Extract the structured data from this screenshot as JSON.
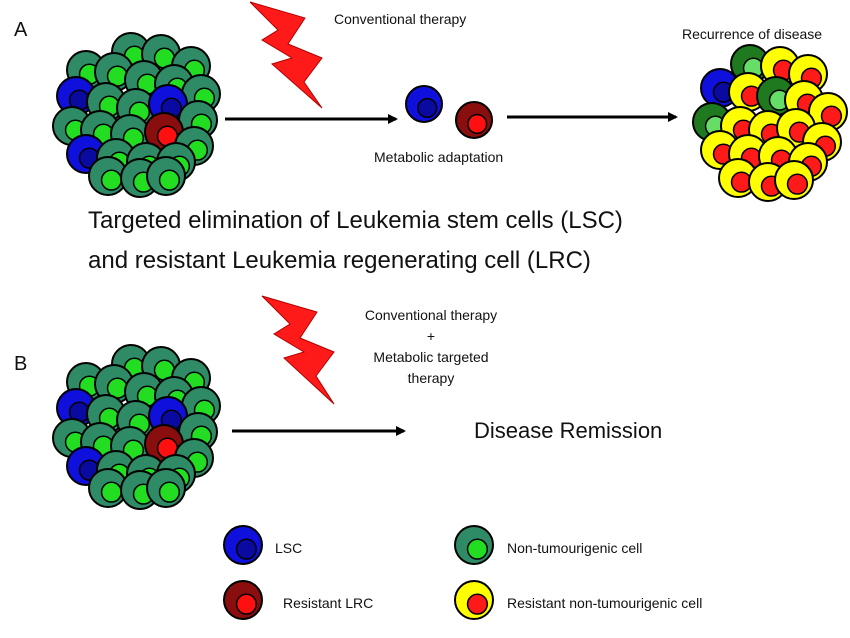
{
  "panels": {
    "a_label": "A",
    "b_label": "B"
  },
  "panel_a": {
    "therapy_label": "Conventional therapy",
    "adaptation_label": "Metabolic adaptation",
    "recurrence_label": "Recurrence of disease"
  },
  "headline": {
    "line1": "Targeted elimination of Leukemia stem cells (LSC)",
    "line2": "and resistant Leukemia regenerating cell (LRC)"
  },
  "panel_b": {
    "therapy_line1": "Conventional therapy",
    "therapy_line2": "+",
    "therapy_line3": "Metabolic targeted",
    "therapy_line4": "therapy",
    "outcome_label": "Disease Remission"
  },
  "legend": {
    "lsc": "LSC",
    "resistant_lrc": "Resistant LRC",
    "non_tumourigenic": "Non-tumourigenic cell",
    "resistant_non_tumourigenic": "Resistant non-tumourigenic cell"
  },
  "colors": {
    "lsc_outer": "#1010dd",
    "lsc_inner": "#0a0aa0",
    "lrc_outer": "#8b0e0e",
    "lrc_inner": "#ff1010",
    "non_tumour_outer": "#2e8b66",
    "non_tumour_inner": "#22dd22",
    "resistant_outer": "#ffff00",
    "resistant_inner": "#ff1a1a",
    "dark_green_outer": "#1f7a1f",
    "light_green_inner": "#66dd66",
    "bolt": "#ff1a1a"
  }
}
